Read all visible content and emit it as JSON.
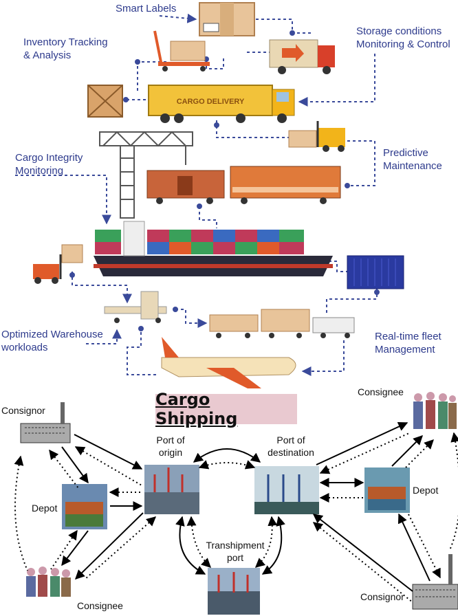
{
  "top": {
    "labels": {
      "smart_labels": "Smart Labels",
      "inventory_line1": "Inventory Tracking",
      "inventory_line2": "& Analysis",
      "storage_line1": "Storage conditions",
      "storage_line2": "Monitoring & Control",
      "predictive_line1": "Predictive",
      "predictive_line2": "Maintenance",
      "cargo_integrity_line1": "Cargo Integrity",
      "cargo_integrity_line2": "Monitoring",
      "warehouse_line1": "Optimized Warehouse",
      "warehouse_line2": "workloads",
      "fleet_line1": "Real-time fleet",
      "fleet_line2": "Management"
    },
    "truck_text": "CARGO DELIVERY",
    "colors": {
      "label": "#2d3a8c",
      "dotted_line": "#3a4a9a",
      "accent": "#e05a2a"
    }
  },
  "bottom": {
    "title": "Cargo Shipping",
    "nodes": {
      "consignor_top": "Consignor",
      "consignor_bottom": "Consignor",
      "consignee_top": "Consignee",
      "consignee_bottom": "Consignee",
      "depot_left": "Depot",
      "depot_right": "Depot",
      "port_origin_line1": "Port of",
      "port_origin_line2": "origin",
      "port_destination_line1": "Port of",
      "port_destination_line2": "destination",
      "transhipment_line1": "Transhipment",
      "transhipment_line2": "port"
    },
    "colors": {
      "title_bg": "#e9c9d0"
    }
  }
}
